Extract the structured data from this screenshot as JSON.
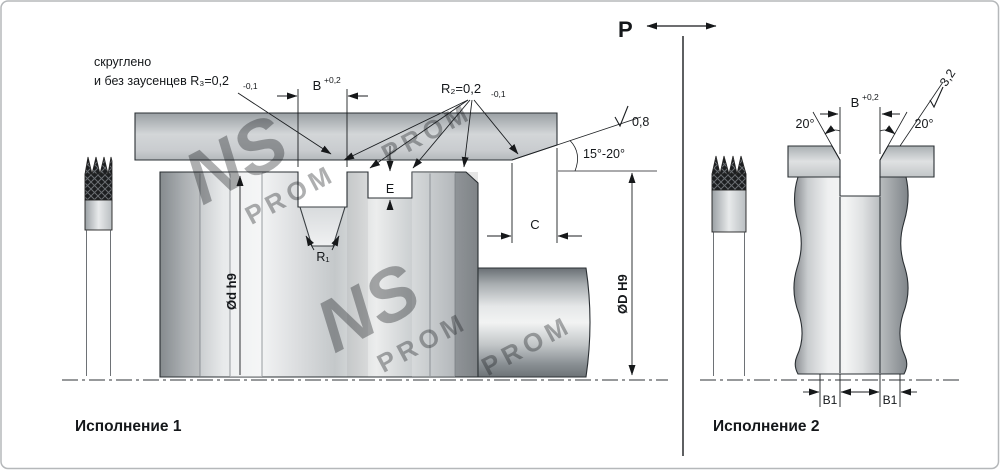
{
  "pressure_label": "P",
  "watermark": {
    "monogram": "NS",
    "word": "PROM"
  },
  "variant1": {
    "caption": "Исполнение 1",
    "note_line1": "скруглено",
    "note_line2": "и без заусенцев R₃=0,2",
    "note_tol": "-0,1",
    "dim_b": "B",
    "dim_b_sup": "+0,2",
    "dim_r2": "R₂=0,2",
    "dim_r2_tol": "-0,1",
    "roughness": "0,8",
    "chamfer_angle": "15°-20°",
    "dim_e": "E",
    "dim_r1": "R₁",
    "rod_diameter": "Ød h9",
    "bore_diameter": "ØD H9",
    "dim_c": "C"
  },
  "variant2": {
    "caption": "Исполнение 2",
    "dim_b": "B",
    "dim_b_sup": "+0,2",
    "angle_left": "20°",
    "angle_right": "20°",
    "roughness": "3,2",
    "dim_b1_left": "B1",
    "dim_b1_right": "B1"
  }
}
